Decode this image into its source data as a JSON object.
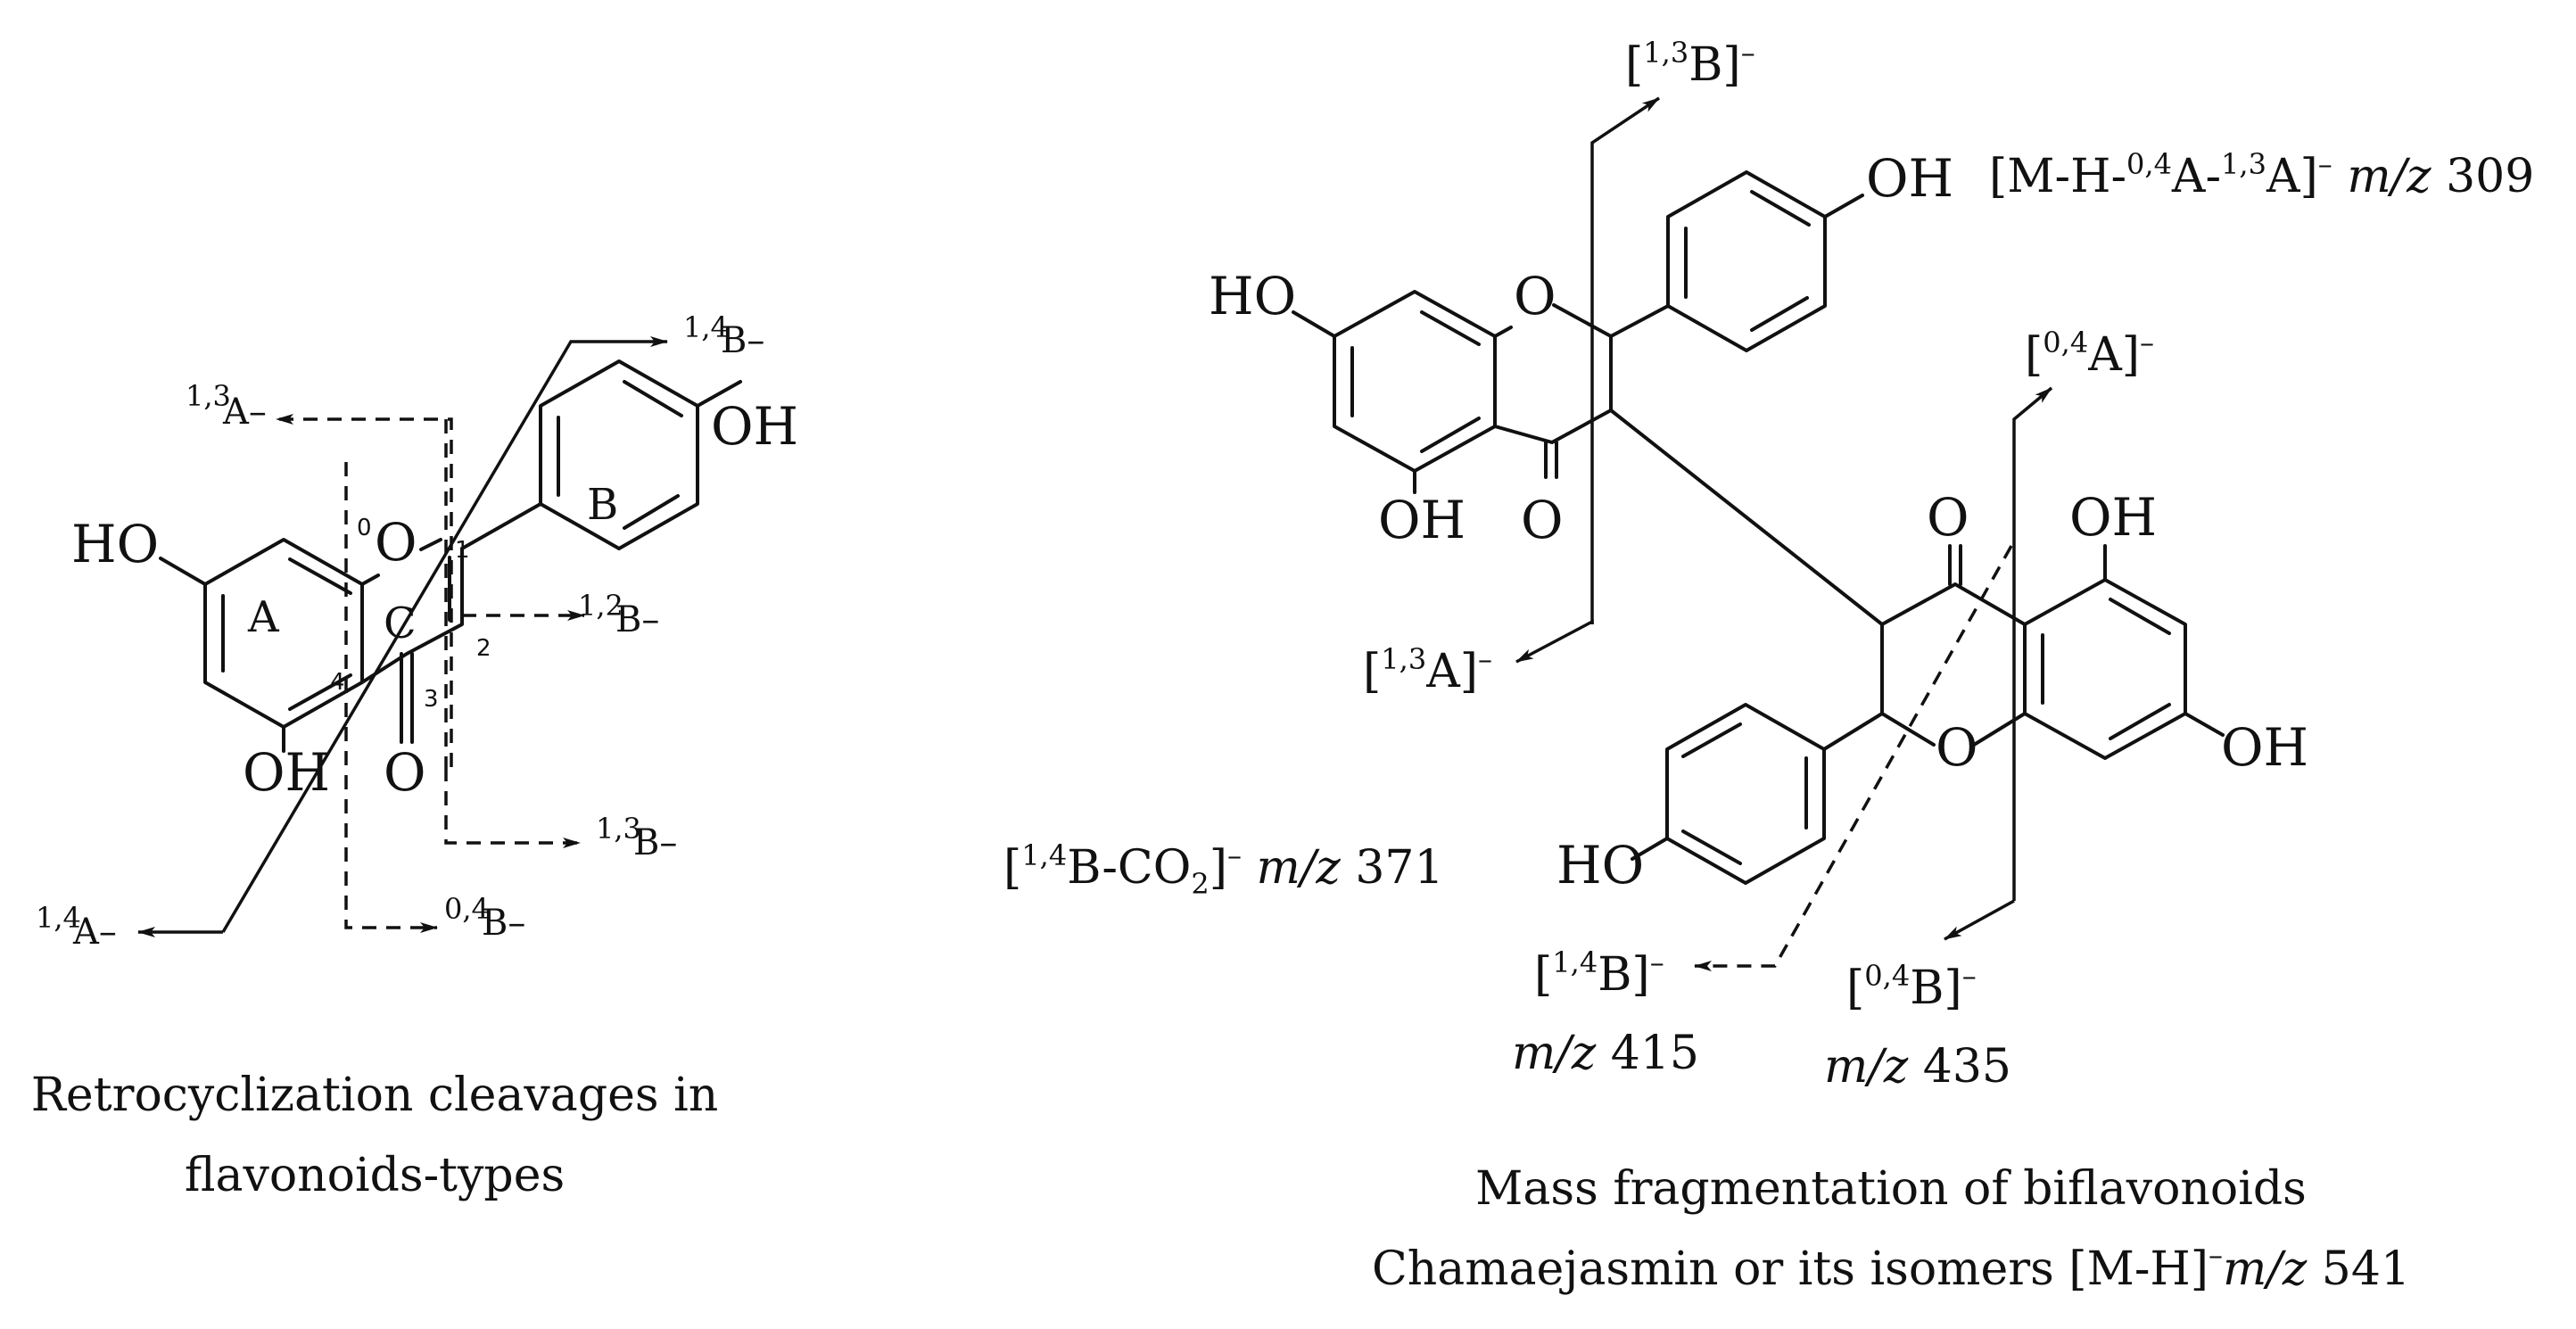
{
  "left_scheme": {
    "atoms": {
      "ho": "HO",
      "o_ring": "O",
      "oh_bottom": "OH",
      "o_carbonyl": "O",
      "oh_b": "OH"
    },
    "ring_labels": {
      "a": "A",
      "b": "B",
      "c": "C"
    },
    "position_numbers": {
      "p0": "0",
      "p1": "1",
      "p2": "2",
      "p3": "3",
      "p4": "4"
    },
    "fragments": [
      {
        "base": "A",
        "sup": "1,3",
        "charge": "–"
      },
      {
        "base": "B",
        "sup": "1,4",
        "charge": "–"
      },
      {
        "base": "B",
        "sup": "1,2",
        "charge": "–"
      },
      {
        "base": "B",
        "sup": "1,3",
        "charge": "–"
      },
      {
        "base": "B",
        "sup": "0,4",
        "charge": "–"
      },
      {
        "base": "A",
        "sup": "1,4",
        "charge": "–"
      }
    ],
    "caption_line1": "Retrocyclization cleavages in",
    "caption_line2": "flavonoids-types"
  },
  "right_scheme": {
    "atoms": {
      "ho_top": "HO",
      "o_top": "O",
      "oh_top_b": "OH",
      "oh_top_5": "OH",
      "o_top_carbonyl": "O",
      "o_bot_carbonyl": "O",
      "oh_bot_5": "OH",
      "o_bot_ring": "O",
      "oh_bot_7": "OH",
      "ho_bot_b": "HO"
    },
    "fragment_13B": {
      "sup": "1,3",
      "base": "B",
      "charge": "–"
    },
    "fragment_04A": {
      "sup": "0,4",
      "base": "A",
      "charge": "–"
    },
    "fragment_13A": {
      "sup": "1,3",
      "base": "A",
      "charge": "–"
    },
    "fragment_14B": {
      "sup": "1,4",
      "base": "B",
      "charge": "–",
      "mz_label": "m/z",
      "mz": "415"
    },
    "fragment_04B": {
      "sup": "0,4",
      "base": "B",
      "charge": "–",
      "mz_label": "m/z",
      "mz": "435"
    },
    "ion_309": {
      "text1": "[M-H-",
      "sup1": "0,4",
      "text2": "A-",
      "sup2": "1,3",
      "text3": "A]",
      "charge": "–",
      "mz_label": "m/z",
      "mz": "309"
    },
    "ion_371": {
      "sup": "1,4",
      "text1": "B-CO",
      "sub": "2",
      "text2": "]",
      "charge": "–",
      "mz_label": "m/z",
      "mz": "371"
    },
    "caption_line1": "Mass fragmentation of biflavonoids",
    "caption_line2_text": "Chamaejasmin or its isomers [M-H]",
    "caption_line2_charge": "–",
    "caption_line2_mz_label": "m/z",
    "caption_line2_mz": "541"
  }
}
